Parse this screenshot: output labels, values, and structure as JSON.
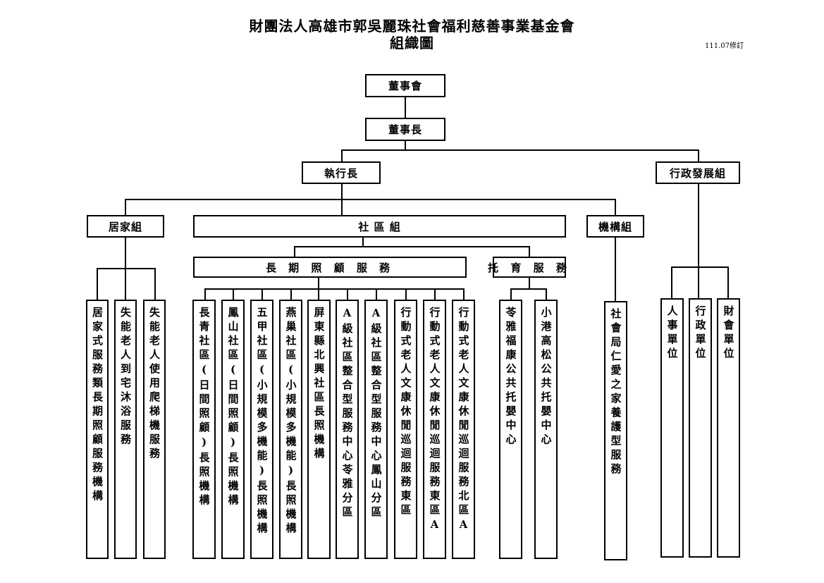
{
  "header": {
    "title_line1": "財團法人高雄市郭吳麗珠社會福利慈善事業基金會",
    "title_line2": "組織圖",
    "revision": "111.07修訂"
  },
  "org": {
    "board": "董事會",
    "chairman": "董事長",
    "ceo": "執行長",
    "admin_dev": "行政發展組",
    "home_group": "居家組",
    "community_group": "社 區 組",
    "institution_group": "機構組",
    "ltc_services": "長 期 照 顧 服 務",
    "childcare_services": "托 育 服 務"
  },
  "units": {
    "home": [
      "居家式服務類長期照顧服務機構",
      "失能老人到宅沐浴服務",
      "失能老人使用爬梯機服務"
    ],
    "ltc": [
      "長青社區(日間照顧)長照機構",
      "鳳山社區(日間照顧)長照機構",
      "五甲社區(小規模多機能)長照機構",
      "燕巢社區(小規模多機能)長照機構",
      "屏東縣北興社區長照機構",
      "A級社區整合型服務中心苓雅分區",
      "A級社區整合型服務中心鳳山分區",
      "行動式老人文康休閒巡迴服務東區",
      "行動式老人文康休閒巡迴服務東區A",
      "行動式老人文康休閒巡迴服務北區A"
    ],
    "childcare": [
      "苓雅福康公共托嬰中心",
      "小港高松公共托嬰中心"
    ],
    "institution": [
      "社會局仁愛之家養護型服務"
    ],
    "admin": [
      "人事單位",
      "行政單位",
      "財會單位"
    ]
  }
}
